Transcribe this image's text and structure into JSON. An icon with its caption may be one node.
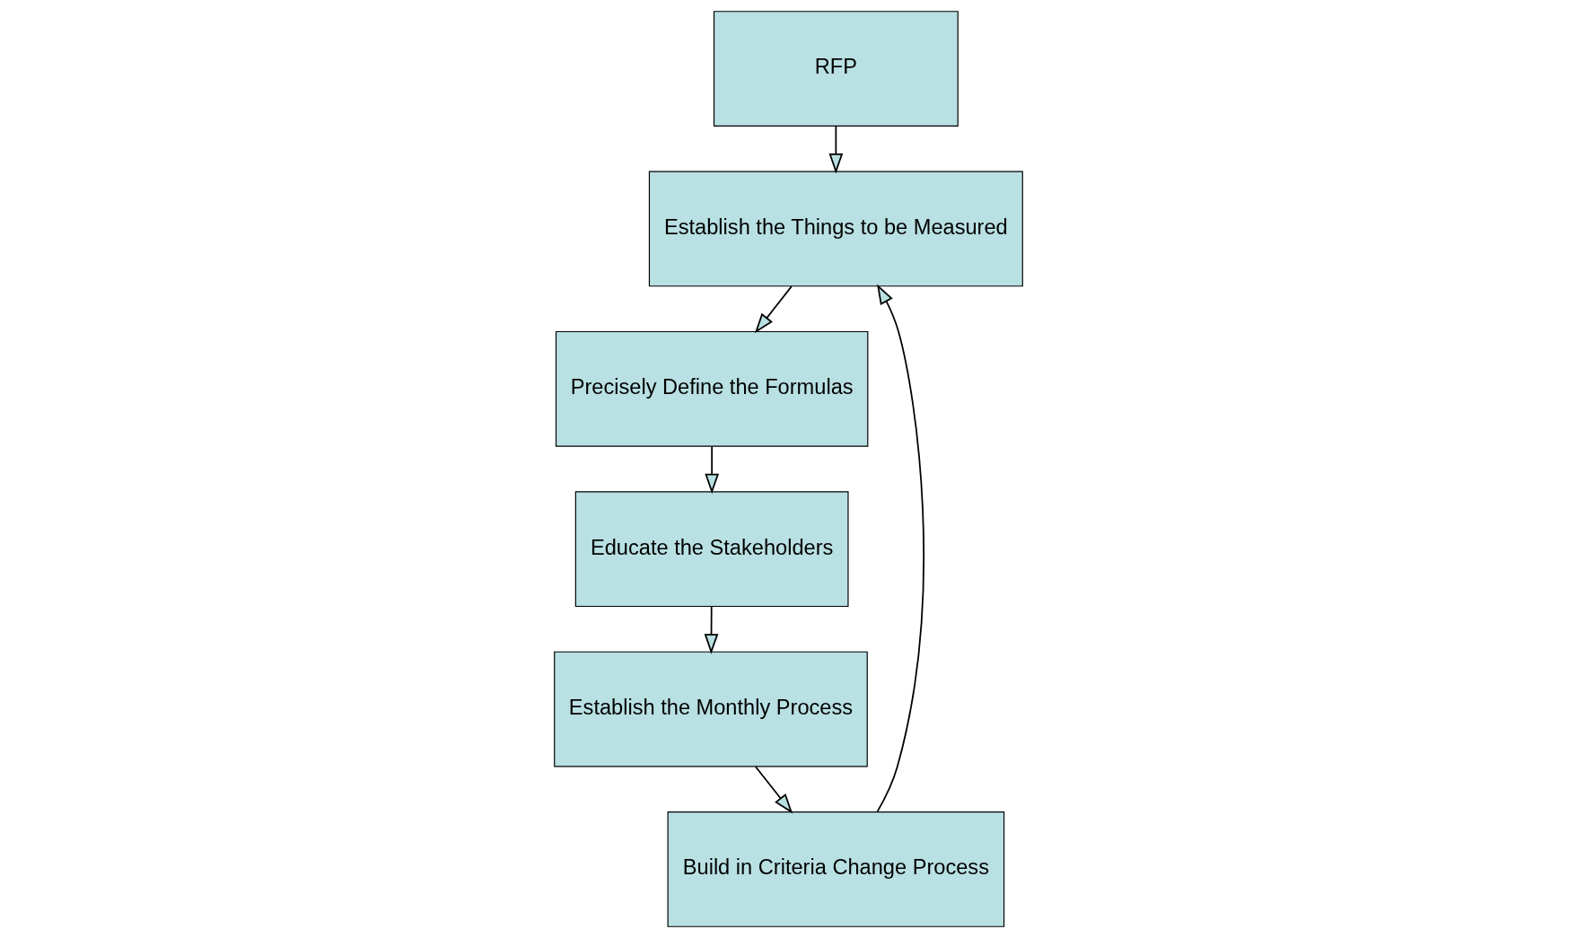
{
  "diagram": {
    "nodes": [
      {
        "text": [
          "RFP"
        ]
      },
      {
        "text": [
          "Establish the Things to be Measured"
        ]
      },
      {
        "text": [
          "Precisely Define the Formulas"
        ]
      },
      {
        "text": [
          "Educate the Stakeholders"
        ]
      },
      {
        "text": [
          "Establish the Monthly Process"
        ]
      },
      {
        "text": [
          "Build in Criteria Change Process"
        ]
      }
    ],
    "edges": [
      {
        "from": 0,
        "to": 1,
        "arrow": "to"
      },
      {
        "from": 1,
        "to": 2,
        "arrow": "to"
      },
      {
        "from": 2,
        "to": 3,
        "arrow": "to"
      },
      {
        "from": 3,
        "to": 4,
        "arrow": "to"
      },
      {
        "from": 4,
        "to": 5,
        "arrow": "to"
      },
      {
        "from": 5,
        "to": 1,
        "arrow": "to"
      }
    ]
  }
}
